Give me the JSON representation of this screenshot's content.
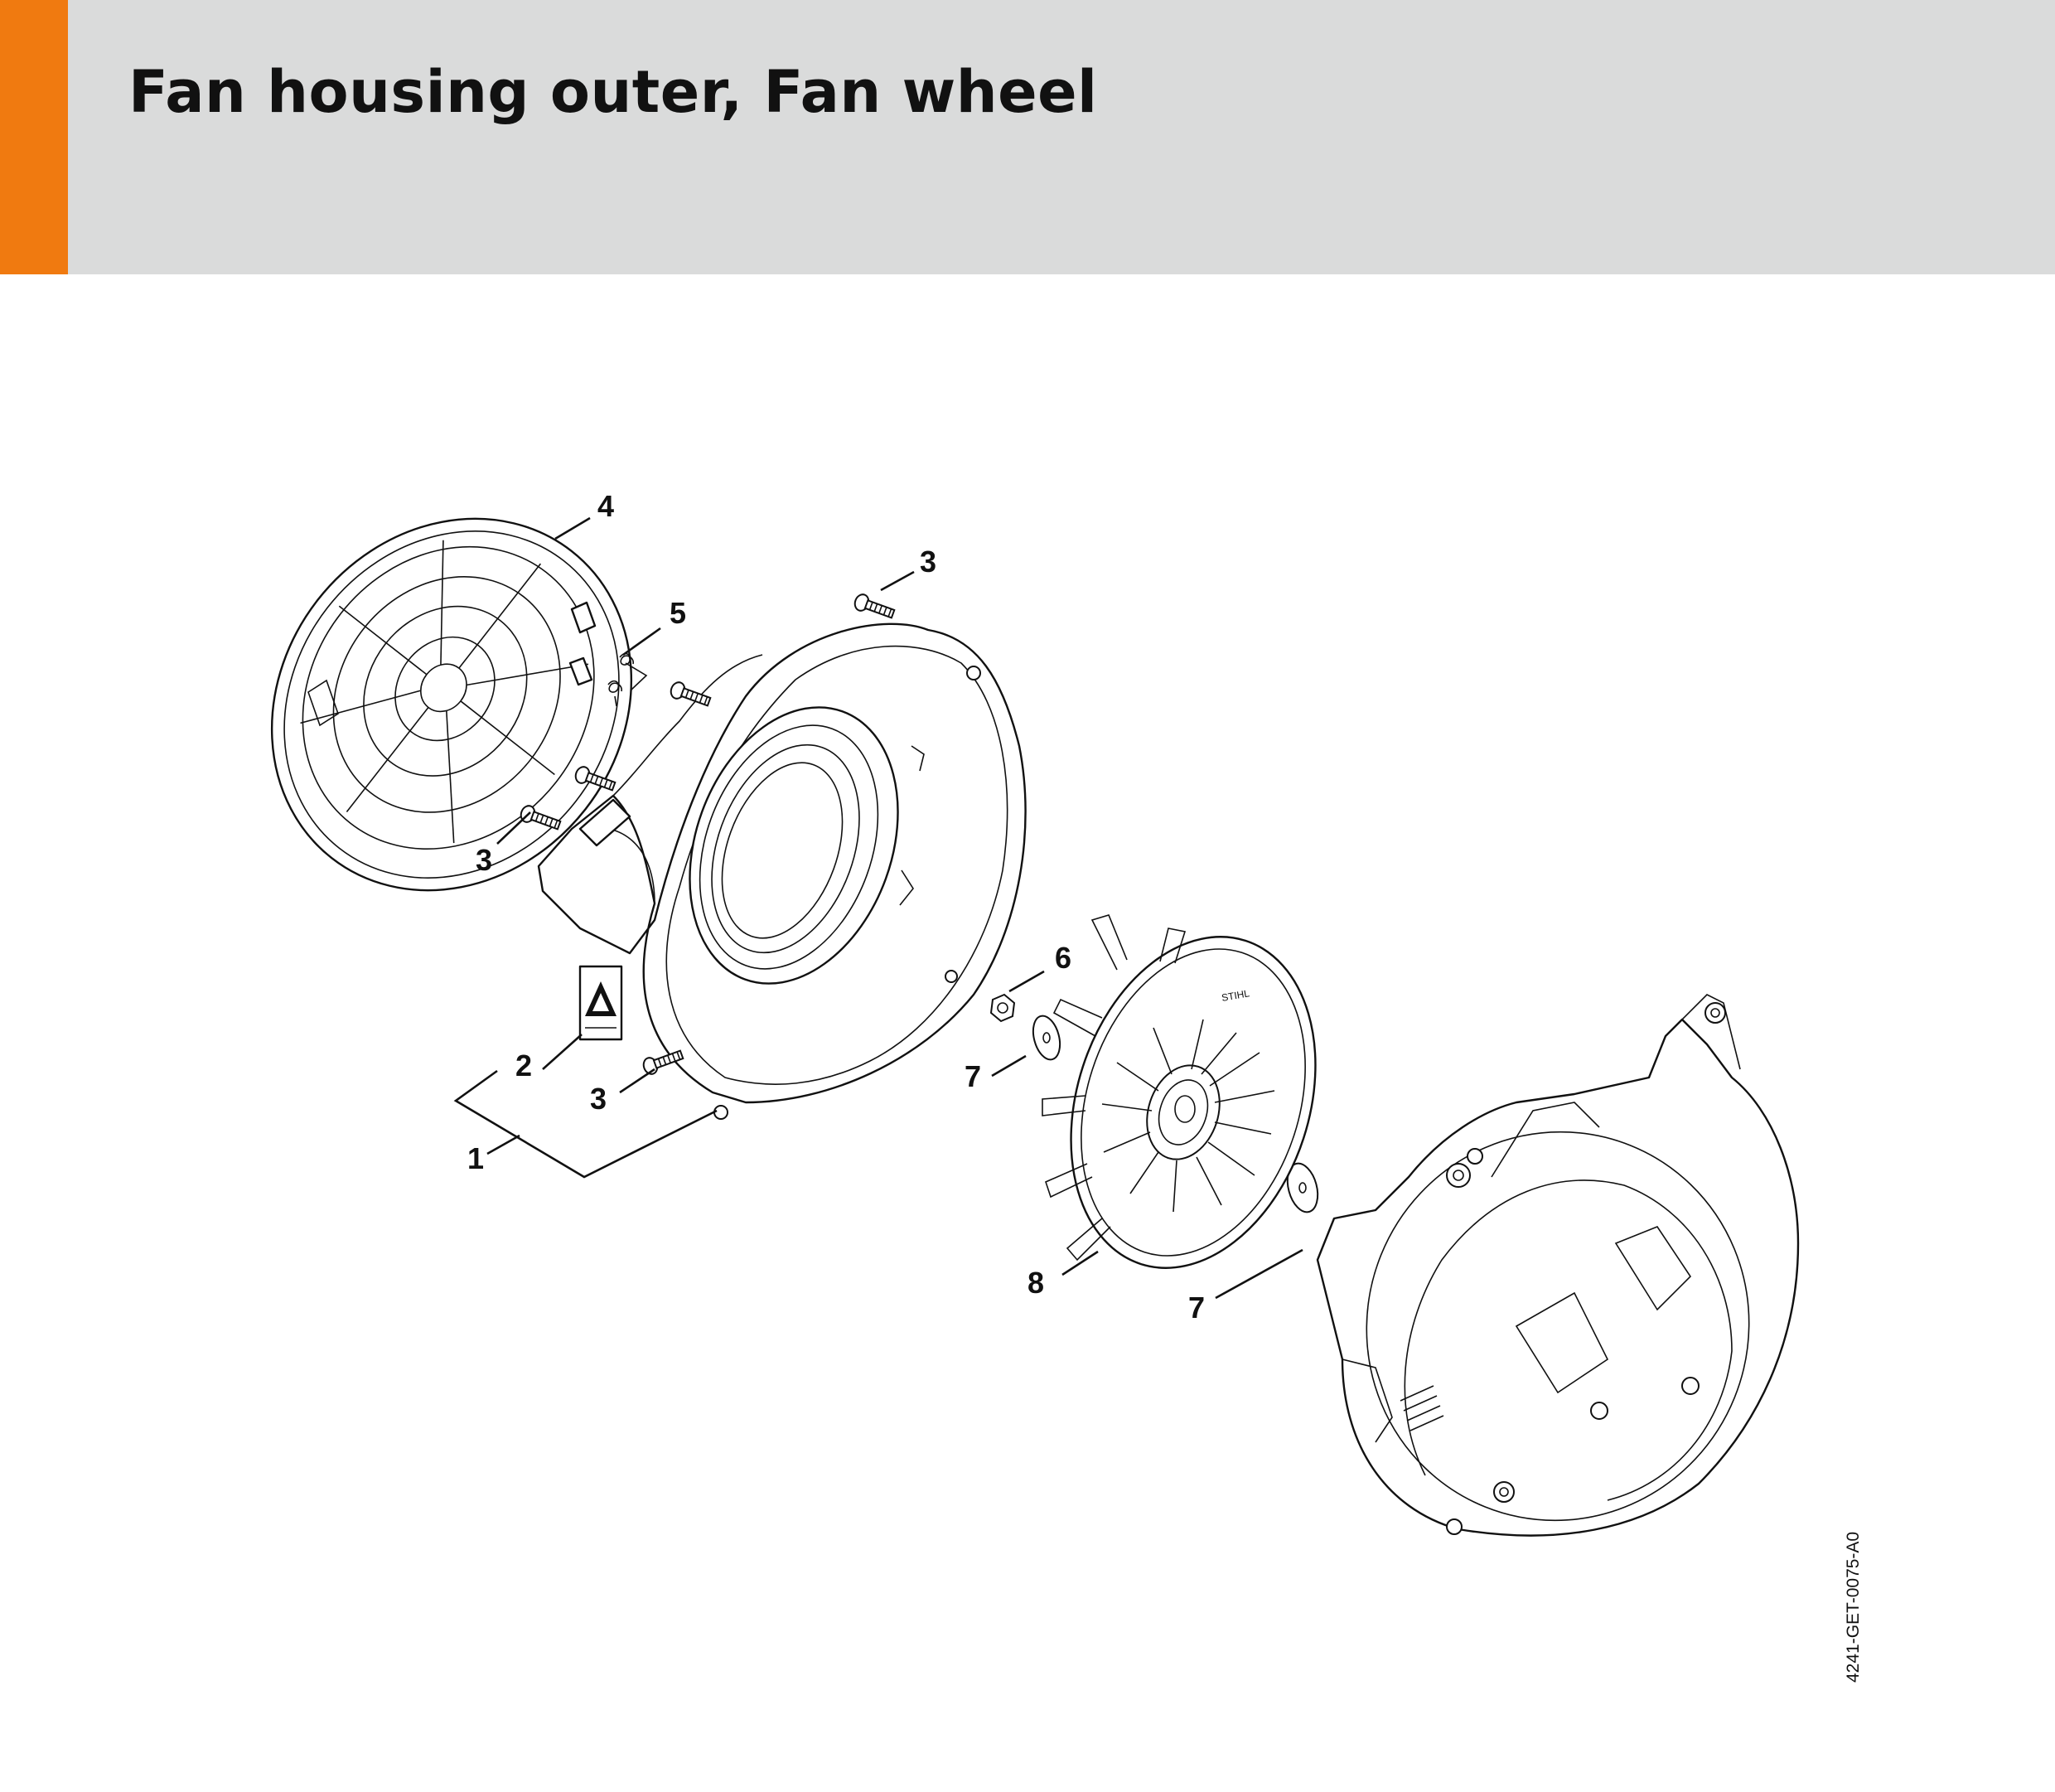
{
  "header": {
    "title": "Fan housing outer, Fan wheel",
    "accent_color": "#f07a10",
    "background_color": "#dadbdb"
  },
  "diagram": {
    "document_id": "4241-GET-0075-A0",
    "callouts": [
      {
        "id": "c4",
        "label": "4"
      },
      {
        "id": "c3a",
        "label": "3"
      },
      {
        "id": "c5",
        "label": "5"
      },
      {
        "id": "c3b",
        "label": "3"
      },
      {
        "id": "c2",
        "label": "2"
      },
      {
        "id": "c3c",
        "label": "3"
      },
      {
        "id": "c1",
        "label": "1"
      },
      {
        "id": "c6",
        "label": "6"
      },
      {
        "id": "c7a",
        "label": "7"
      },
      {
        "id": "c8",
        "label": "8"
      },
      {
        "id": "c7b",
        "label": "7"
      }
    ]
  }
}
